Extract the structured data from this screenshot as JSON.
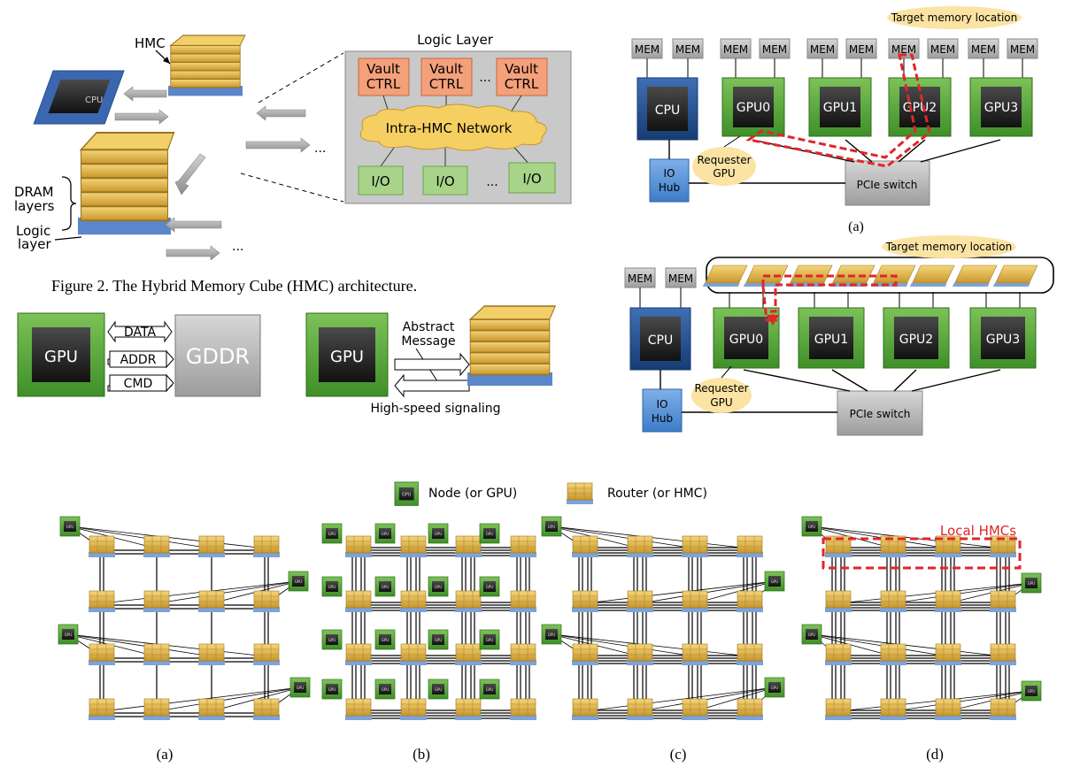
{
  "hmc_arch": {
    "hmc_label": "HMC",
    "cpu_label": "CPU",
    "dram_label_1": "DRAM",
    "dram_label_2": "layers",
    "logic_label_1": "Logic",
    "logic_label_2": "layer",
    "ellipsis": "...",
    "logic_layer_title": "Logic Layer",
    "vault_line1": "Vault",
    "vault_line2": "CTRL",
    "intra_network": "Intra-HMC Network",
    "io_label": "I/O",
    "caption": "Figure 2.    The Hybrid Memory Cube (HMC) architecture."
  },
  "gddr_compare": {
    "gpu_label": "GPU",
    "gddr_label": "GDDR",
    "signals": [
      "DATA",
      "ADDR",
      "CMD"
    ],
    "abstract_line1": "Abstract",
    "abstract_line2": "Message",
    "high_speed": "High-speed signaling"
  },
  "system_a": {
    "mem_label": "MEM",
    "cpu_label": "CPU",
    "gpus": [
      "GPU0",
      "GPU1",
      "GPU2",
      "GPU3"
    ],
    "io_hub_1": "IO",
    "io_hub_2": "Hub",
    "pcie_switch": "PCIe switch",
    "requester_1": "Requester",
    "requester_2": "GPU",
    "target": "Target memory location",
    "panel_label": "(a)"
  },
  "system_b": {
    "mem_label": "MEM",
    "cpu_label": "CPU",
    "gpus": [
      "GPU0",
      "GPU1",
      "GPU2",
      "GPU3"
    ],
    "io_hub_1": "IO",
    "io_hub_2": "Hub",
    "pcie_switch": "PCIe switch",
    "requester_1": "Requester",
    "requester_2": "GPU",
    "target": "Target memory location"
  },
  "topology": {
    "legend_node": "Node (or GPU)",
    "legend_router": "Router (or HMC)",
    "node_icon_label": "GPU",
    "local_hmcs": "Local HMCs",
    "panel_labels": [
      "(a)",
      "(b)",
      "(c)",
      "(d)"
    ]
  },
  "colors": {
    "gpu_green": "#5fae3c",
    "cpu_blue": "#22508c",
    "hmc_gold": "#e0b84a",
    "logic_blue": "#5b86c9",
    "vault_orange": "#f4a07a",
    "io_green": "#a8d48a",
    "path_red": "#e0262b"
  }
}
